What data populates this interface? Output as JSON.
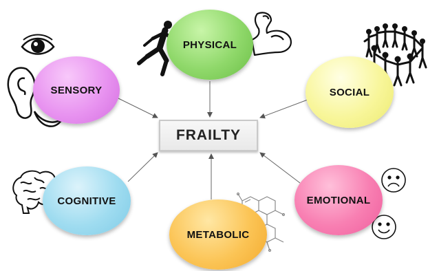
{
  "center": {
    "label": "FRAILTY"
  },
  "domains": {
    "physical": "PHYSICAL",
    "sensory": "SENSORY",
    "social": "SOCIAL",
    "cognitive": "COGNITIVE",
    "emotional": "EMOTIONAL",
    "metabolic": "METABOLIC"
  },
  "icons": {
    "physical": [
      "walking-person-icon",
      "flexed-arm-icon"
    ],
    "sensory": [
      "eye-icon",
      "ear-icon",
      "mouth-icon"
    ],
    "social": "people-circle-icon",
    "cognitive": "brain-icon",
    "emotional": [
      "sad-face-icon",
      "happy-face-icon"
    ],
    "metabolic": "molecule-icon"
  },
  "colors": {
    "physical": "#8fd86a",
    "sensory": "#e893f0",
    "social": "#f8f69a",
    "cognitive": "#9fdcf0",
    "emotional": "#f87fb2",
    "metabolic": "#fbc455"
  }
}
